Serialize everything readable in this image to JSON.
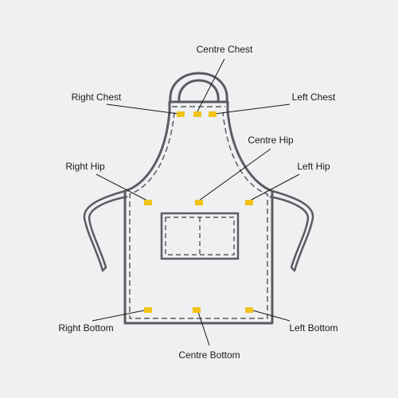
{
  "colors": {
    "background": "#eef0f2",
    "outline": "#5a5c60",
    "marker": "#f2c318",
    "text": "#1a1a1a"
  },
  "labels": {
    "centre_chest": "Centre Chest",
    "right_chest": "Right Chest",
    "left_chest": "Left Chest",
    "centre_hip": "Centre Hip",
    "right_hip": "Right Hip",
    "left_hip": "Left Hip",
    "right_bottom": "Right Bottom",
    "centre_bottom": "Centre Bottom",
    "left_bottom": "Left Bottom"
  }
}
